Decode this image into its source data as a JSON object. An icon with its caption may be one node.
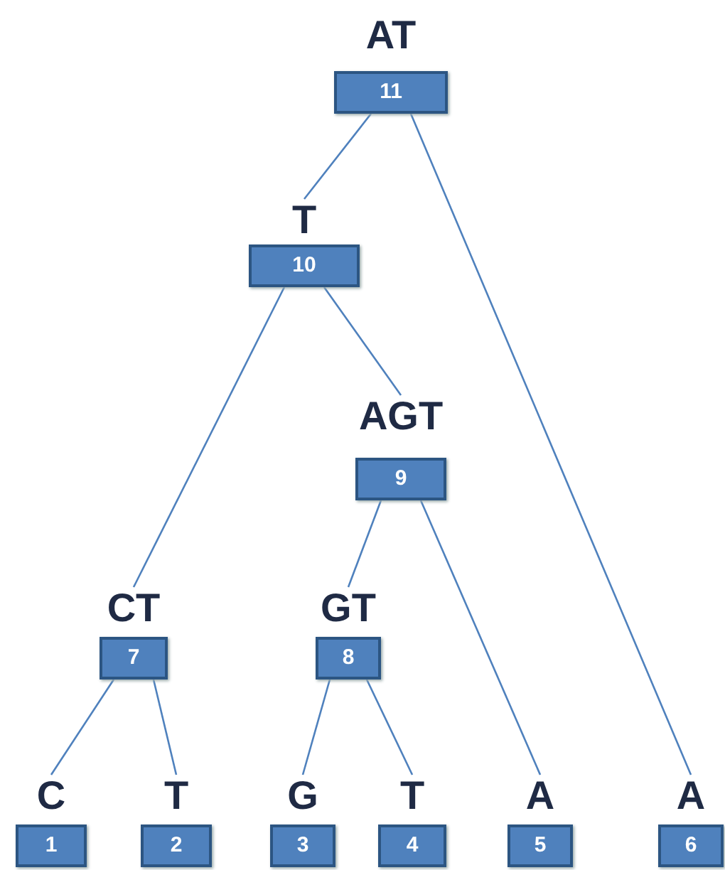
{
  "diagram": {
    "nodes": [
      {
        "text": [
          "AT",
          "11"
        ]
      },
      {
        "text": [
          "T",
          "10"
        ]
      },
      {
        "text": [
          "AGT",
          "9"
        ]
      },
      {
        "text": [
          "CT",
          "7"
        ]
      },
      {
        "text": [
          "GT",
          "8"
        ]
      },
      {
        "text": [
          "C",
          "1"
        ]
      },
      {
        "text": [
          "T",
          "2"
        ]
      },
      {
        "text": [
          "G",
          "3"
        ]
      },
      {
        "text": [
          "T",
          "4"
        ]
      },
      {
        "text": [
          "A",
          "5"
        ]
      },
      {
        "text": [
          "A",
          "6"
        ]
      }
    ],
    "edges": [
      {
        "from": 0,
        "to": 1,
        "arrow": "none"
      },
      {
        "from": 0,
        "to": 10,
        "arrow": "none"
      },
      {
        "from": 1,
        "to": 3,
        "arrow": "none"
      },
      {
        "from": 1,
        "to": 2,
        "arrow": "none"
      },
      {
        "from": 2,
        "to": 4,
        "arrow": "none"
      },
      {
        "from": 2,
        "to": 9,
        "arrow": "none"
      },
      {
        "from": 3,
        "to": 5,
        "arrow": "none"
      },
      {
        "from": 3,
        "to": 6,
        "arrow": "none"
      },
      {
        "from": 4,
        "to": 7,
        "arrow": "none"
      },
      {
        "from": 4,
        "to": 8,
        "arrow": "none"
      }
    ]
  }
}
